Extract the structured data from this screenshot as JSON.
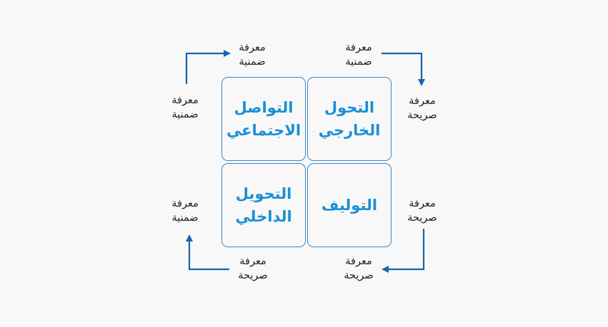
{
  "colors": {
    "background": "#f8f8f8",
    "quadrant_border": "#3d86c6",
    "quadrant_text": "#1a8fd6",
    "arrow": "#1565b0",
    "label_text": "#222222"
  },
  "quadrants": {
    "socialization": "التواصل\nالاجتماعي",
    "externalization": "التحول\nالخارجي",
    "internalization": "التحويل\nالداخلي",
    "combination": "التوليف"
  },
  "labels": {
    "top_left_arrow_end": "معرفة\nضمنية",
    "top_right_arrow_start": "معرفة\nضمنية",
    "left_upper": "معرفة\nضمنية",
    "right_upper": "معرفة\nصريحة",
    "left_lower": "معرفة\nضمنية",
    "right_lower": "معرفة\nصريحة",
    "bottom_left_arrow_start": "معرفة\nصريحة",
    "bottom_right_arrow_end": "معرفة\nصريحة"
  },
  "icons": {
    "arrows": [
      "arrow-up-right-icon",
      "arrow-right-down-icon",
      "arrow-down-left-icon",
      "arrow-left-up-icon"
    ]
  }
}
